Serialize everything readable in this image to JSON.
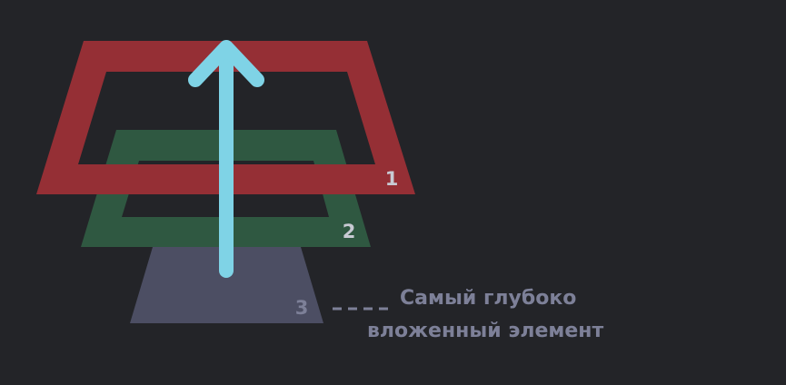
{
  "diagram": {
    "layers": [
      {
        "number": "1",
        "color": "#952f35",
        "text_color": "#c8cad3"
      },
      {
        "number": "2",
        "color": "#2f5841",
        "text_color": "#c8cad3"
      },
      {
        "number": "3",
        "color": "#4c4e63",
        "text_color": "#7d8098"
      }
    ],
    "arrow_color": "#7fd3e6",
    "caption": {
      "line1": "Самый глубоко",
      "line2": "вложенный элемент",
      "color": "#7d8098"
    }
  }
}
